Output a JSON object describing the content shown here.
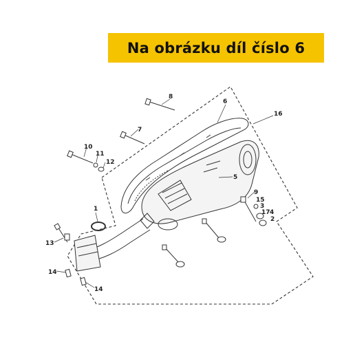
{
  "banner": {
    "text": "Na obrázku díl číslo 6",
    "color": "#f6c300"
  },
  "callouts": [
    {
      "id": "c8",
      "label": "8"
    },
    {
      "id": "c6",
      "label": "6"
    },
    {
      "id": "c16",
      "label": "16"
    },
    {
      "id": "c7",
      "label": "7"
    },
    {
      "id": "c10",
      "label": "10"
    },
    {
      "id": "c11",
      "label": "11"
    },
    {
      "id": "c12",
      "label": "12"
    },
    {
      "id": "c5",
      "label": "5"
    },
    {
      "id": "c9",
      "label": "9"
    },
    {
      "id": "c15",
      "label": "15"
    },
    {
      "id": "c3",
      "label": "3"
    },
    {
      "id": "c17",
      "label": "17"
    },
    {
      "id": "c4",
      "label": "4"
    },
    {
      "id": "c2",
      "label": "2"
    },
    {
      "id": "c1",
      "label": "1"
    },
    {
      "id": "c13",
      "label": "13"
    },
    {
      "id": "c14a",
      "label": "14"
    },
    {
      "id": "c14b",
      "label": "14"
    }
  ]
}
